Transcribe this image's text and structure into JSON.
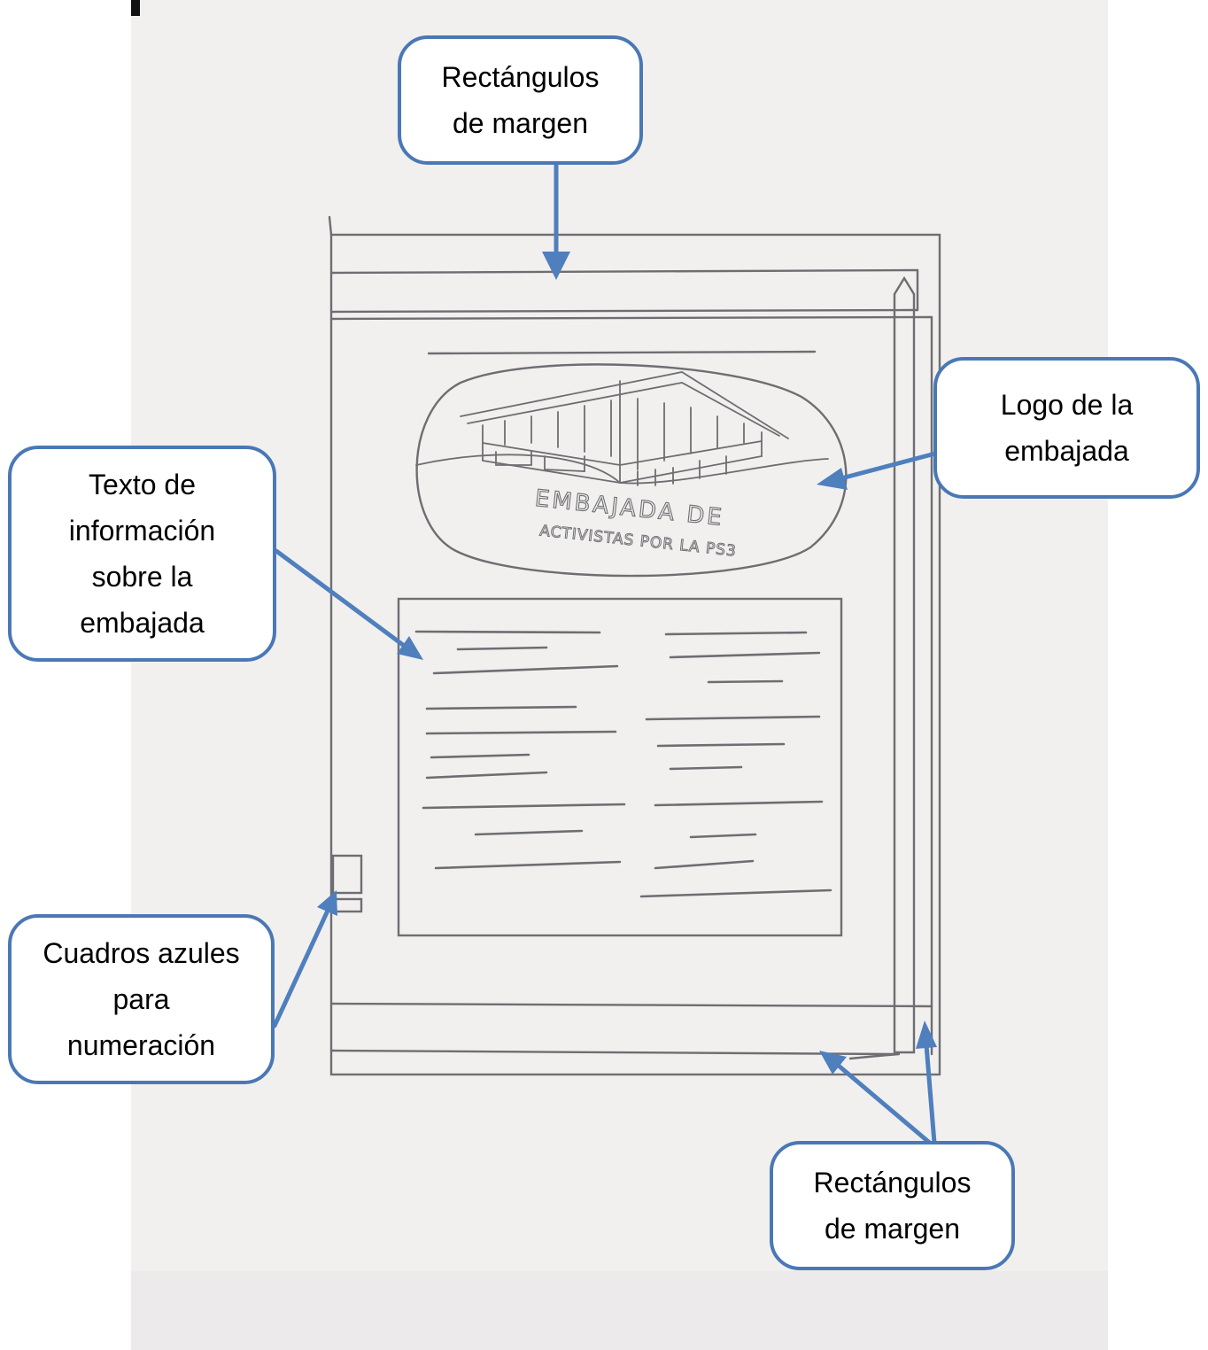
{
  "colors": {
    "callout_border": "#4a78b5",
    "arrow": "#4f7fbd",
    "paper": "#f1f0ef",
    "paper_bottom": "#eceaea",
    "pencil": "#6e6e72"
  },
  "sketch": {
    "logo_text_line1": "EMBAJADA DE",
    "logo_text_line2": "ACTIVISTAS POR LA PS3"
  },
  "callouts": {
    "top_margin": "Rectángulos\nde margen",
    "logo": "Logo de la\nembajada",
    "info_text": "Texto de\ninformación\nsobre la\nembajada",
    "numbering": "Cuadros azules\npara\nnumeración",
    "bottom_margin": "Rectángulos\nde margen"
  }
}
